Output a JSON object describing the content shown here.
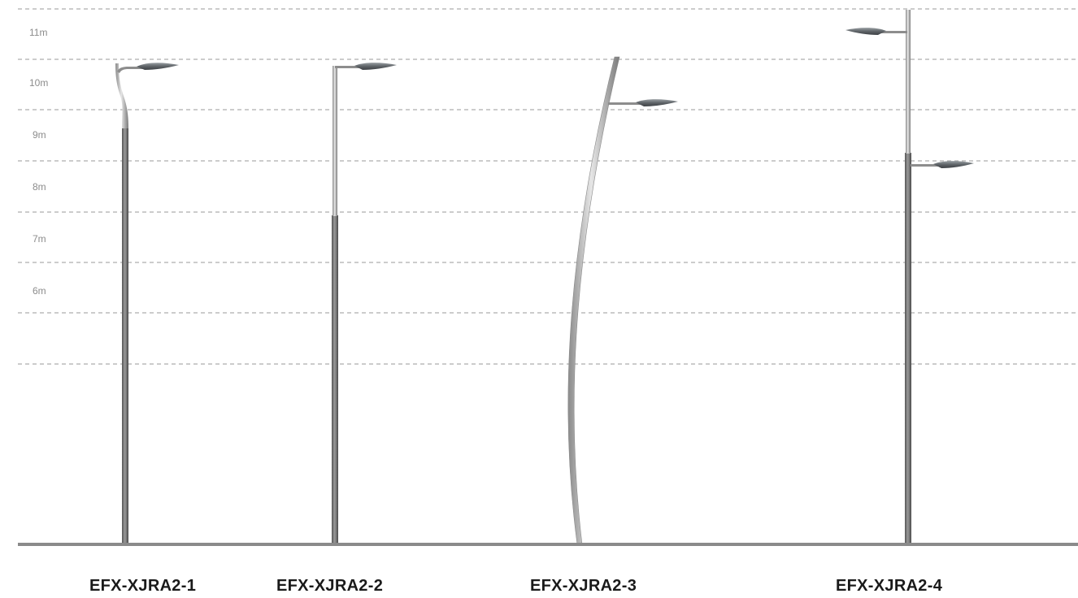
{
  "colors": {
    "ground": "#8a8a8a",
    "gridline": "#9a9a9a",
    "pole_light": "#b9b9b9",
    "pole_dark": "#6e6e6e",
    "lamp": "#5f6468",
    "label": "#1a1a1a",
    "scale_text": "#8c8c8c"
  },
  "height_scale": {
    "labels": [
      "11m",
      "10m",
      "9m",
      "8m",
      "7m",
      "6m"
    ]
  },
  "poles": [
    {
      "model": "EFX-XJRA2-1",
      "style": "curved-top single arm",
      "lamps": 1
    },
    {
      "model": "EFX-XJRA2-2",
      "style": "straight single arm",
      "lamps": 1
    },
    {
      "model": "EFX-XJRA2-3",
      "style": "curved pole single arm",
      "lamps": 1
    },
    {
      "model": "EFX-XJRA2-4",
      "style": "straight double arm",
      "lamps": 2
    }
  ]
}
